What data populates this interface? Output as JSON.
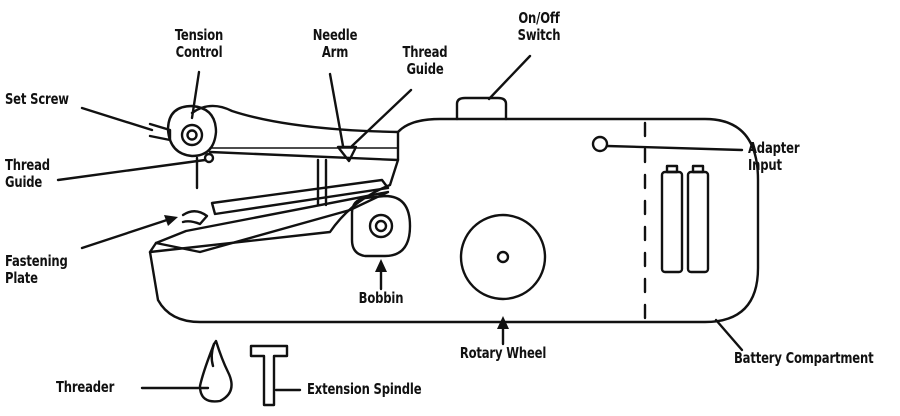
{
  "diagram": {
    "labels": {
      "tension_control": [
        "Tension",
        "Control"
      ],
      "needle_arm": [
        "Needle",
        "Arm"
      ],
      "thread_guide_top": [
        "Thread",
        "Guide"
      ],
      "on_off_switch": [
        "On/Off",
        "Switch"
      ],
      "set_screw": "Set Screw",
      "thread_guide_left": [
        "Thread",
        "Guide"
      ],
      "adapter_input": [
        "Adapter",
        "Input"
      ],
      "fastening_plate": [
        "Fastening",
        "Plate"
      ],
      "bobbin": "Bobbin",
      "rotary_wheel": "Rotary Wheel",
      "battery_compartment": "Battery Compartment",
      "threader": "Threader",
      "extension_spindle": "Extension Spindle"
    },
    "colors": {
      "ink": "#111111",
      "background": "#ffffff"
    }
  }
}
